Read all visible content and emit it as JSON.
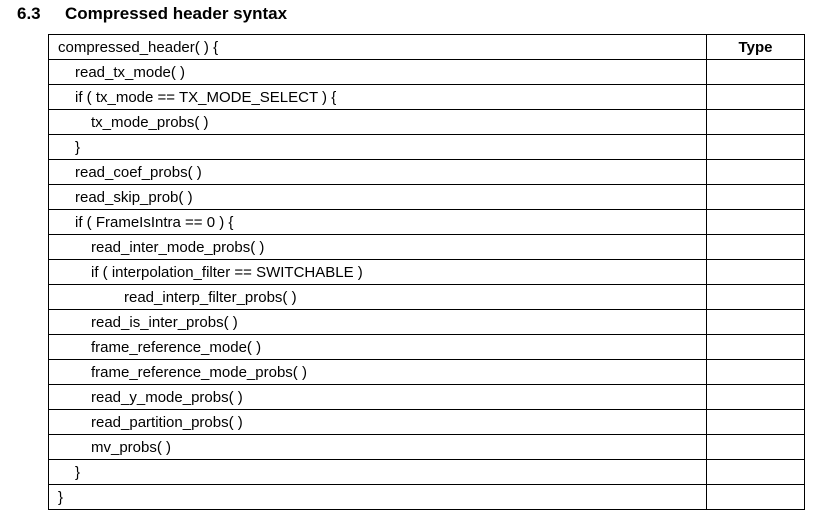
{
  "section": {
    "number": "6.3",
    "title": "Compressed header syntax"
  },
  "table": {
    "type_header": "Type",
    "rows": [
      {
        "text": "compressed_header( ) {",
        "indent": 0,
        "type": ""
      },
      {
        "text": "read_tx_mode( )",
        "indent": 1,
        "type": ""
      },
      {
        "text": "if ( tx_mode == TX_MODE_SELECT ) {",
        "indent": 1,
        "type": ""
      },
      {
        "text": "tx_mode_probs( )",
        "indent": 2,
        "type": ""
      },
      {
        "text": "}",
        "indent": 1,
        "type": ""
      },
      {
        "text": "read_coef_probs( )",
        "indent": 1,
        "type": ""
      },
      {
        "text": "read_skip_prob( )",
        "indent": 1,
        "type": ""
      },
      {
        "text": "if ( FrameIsIntra == 0 ) {",
        "indent": 1,
        "type": ""
      },
      {
        "text": "read_inter_mode_probs( )",
        "indent": 2,
        "type": ""
      },
      {
        "text": "if ( interpolation_filter == SWITCHABLE )",
        "indent": 2,
        "type": ""
      },
      {
        "text": "read_interp_filter_probs( )",
        "indent": 3,
        "type": ""
      },
      {
        "text": "read_is_inter_probs( )",
        "indent": 2,
        "type": ""
      },
      {
        "text": "frame_reference_mode( )",
        "indent": 2,
        "type": ""
      },
      {
        "text": "frame_reference_mode_probs( )",
        "indent": 2,
        "type": ""
      },
      {
        "text": "read_y_mode_probs( )",
        "indent": 2,
        "type": ""
      },
      {
        "text": "read_partition_probs( )",
        "indent": 2,
        "type": ""
      },
      {
        "text": "mv_probs( )",
        "indent": 2,
        "type": ""
      },
      {
        "text": "}",
        "indent": 1,
        "type": ""
      },
      {
        "text": "}",
        "indent": 0,
        "type": ""
      }
    ]
  }
}
